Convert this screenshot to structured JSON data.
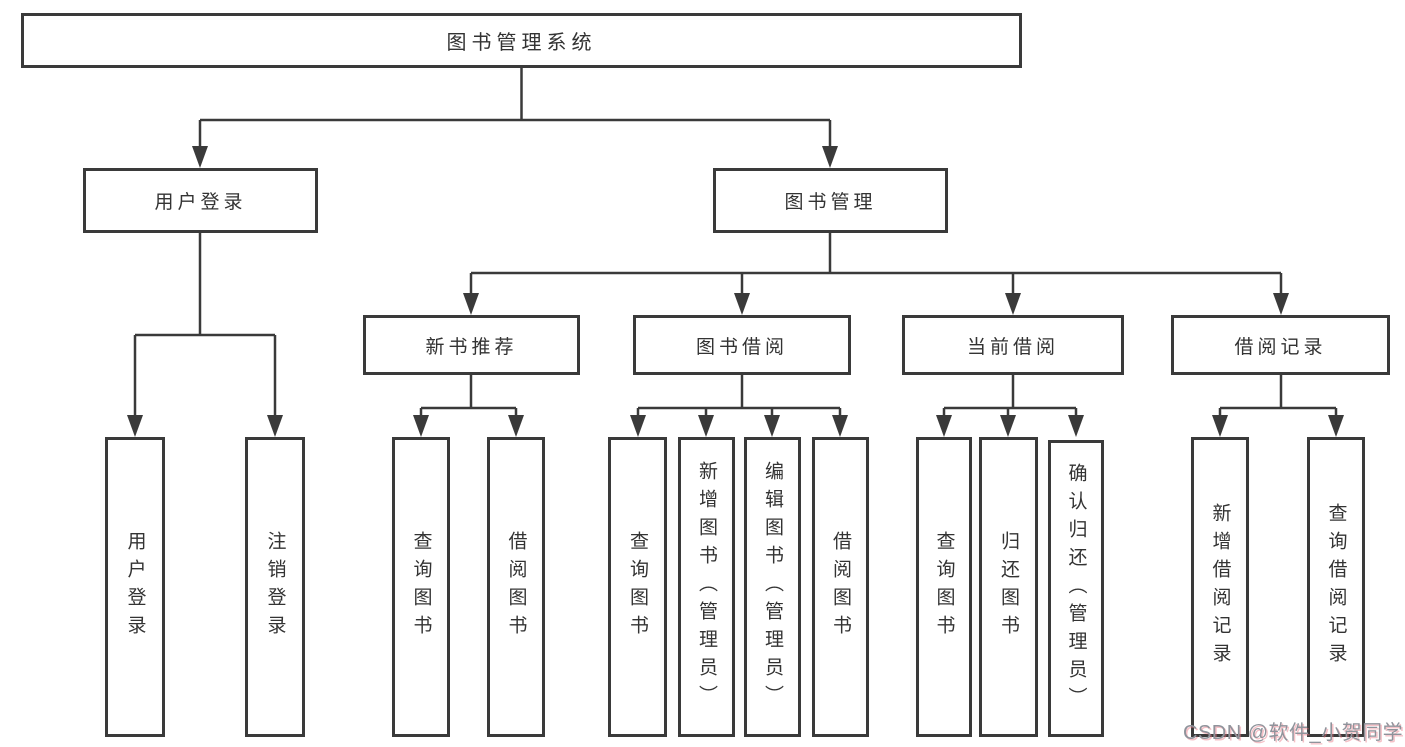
{
  "diagram": {
    "title": "图书管理系统",
    "tree": {
      "label": "图书管理系统",
      "children": [
        {
          "label": "用户登录",
          "children": [
            {
              "label": "用户登录"
            },
            {
              "label": "注销登录"
            }
          ]
        },
        {
          "label": "图书管理",
          "children": [
            {
              "label": "新书推荐",
              "children": [
                {
                  "label": "查询图书"
                },
                {
                  "label": "借阅图书"
                }
              ]
            },
            {
              "label": "图书借阅",
              "children": [
                {
                  "label": "查询图书"
                },
                {
                  "label": "新增图书（管理员）"
                },
                {
                  "label": "编辑图书（管理员）"
                },
                {
                  "label": "借阅图书"
                }
              ]
            },
            {
              "label": "当前借阅",
              "children": [
                {
                  "label": "查询图书"
                },
                {
                  "label": "归还图书"
                },
                {
                  "label": "确认归还（管理员）"
                }
              ]
            },
            {
              "label": "借阅记录",
              "children": [
                {
                  "label": "新增借阅记录"
                },
                {
                  "label": "查询借阅记录"
                }
              ]
            }
          ]
        }
      ]
    },
    "line_color": "#3a3a3a",
    "text_color": "#333333",
    "box_background": "#ffffff"
  },
  "watermark": {
    "text": "CSDN @软件_小贺同学"
  }
}
